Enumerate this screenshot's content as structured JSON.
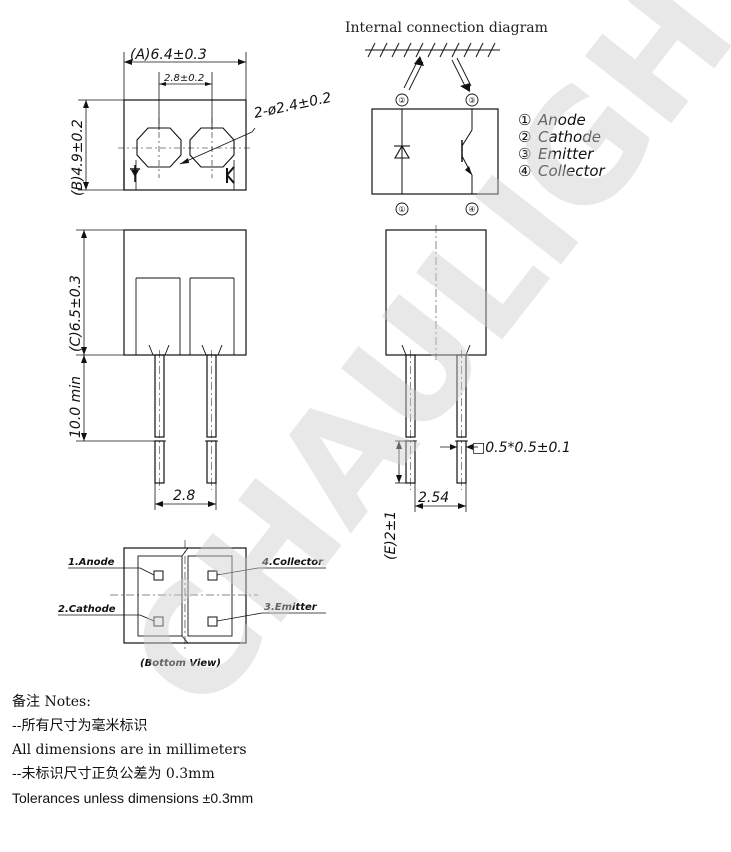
{
  "diagram": {
    "title": "Internal connection diagram",
    "dims": {
      "a": "(A)6.4±0.3",
      "pitch_top": "2.8±0.2",
      "hole": "2-ø2.4±0.2",
      "b": "(B)4.9±0.2",
      "c": "(C)6.5±0.3",
      "lead_len": "10.0 min",
      "pitch_front": "2.8",
      "pitch_side": "2.54",
      "lead_sq": "□0.5*0.5±0.1",
      "e": "(E)2±1"
    },
    "pin_legend": [
      {
        "num": "①",
        "name": "Anode"
      },
      {
        "num": "②",
        "name": "Cathode"
      },
      {
        "num": "③",
        "name": "Emitter"
      },
      {
        "num": "④",
        "name": "Collector"
      }
    ],
    "pin_markers": {
      "top_left": "②",
      "top_right": "③",
      "bottom_left": "①",
      "bottom_right": "④"
    },
    "bottom_view": {
      "labels": [
        "1.Anode",
        "2.Cathode",
        "3.Emitter",
        "4.Collector"
      ],
      "caption": "(Bottom View)"
    },
    "watermark": "CHAULIGHT"
  },
  "notes": [
    "备注 Notes:",
    "--所有尺寸为毫米标识",
    "All dimensions are in millimeters",
    "--未标识尺寸正负公差为 0.3mm",
    "Tolerances unless dimensions ±0.3mm"
  ]
}
